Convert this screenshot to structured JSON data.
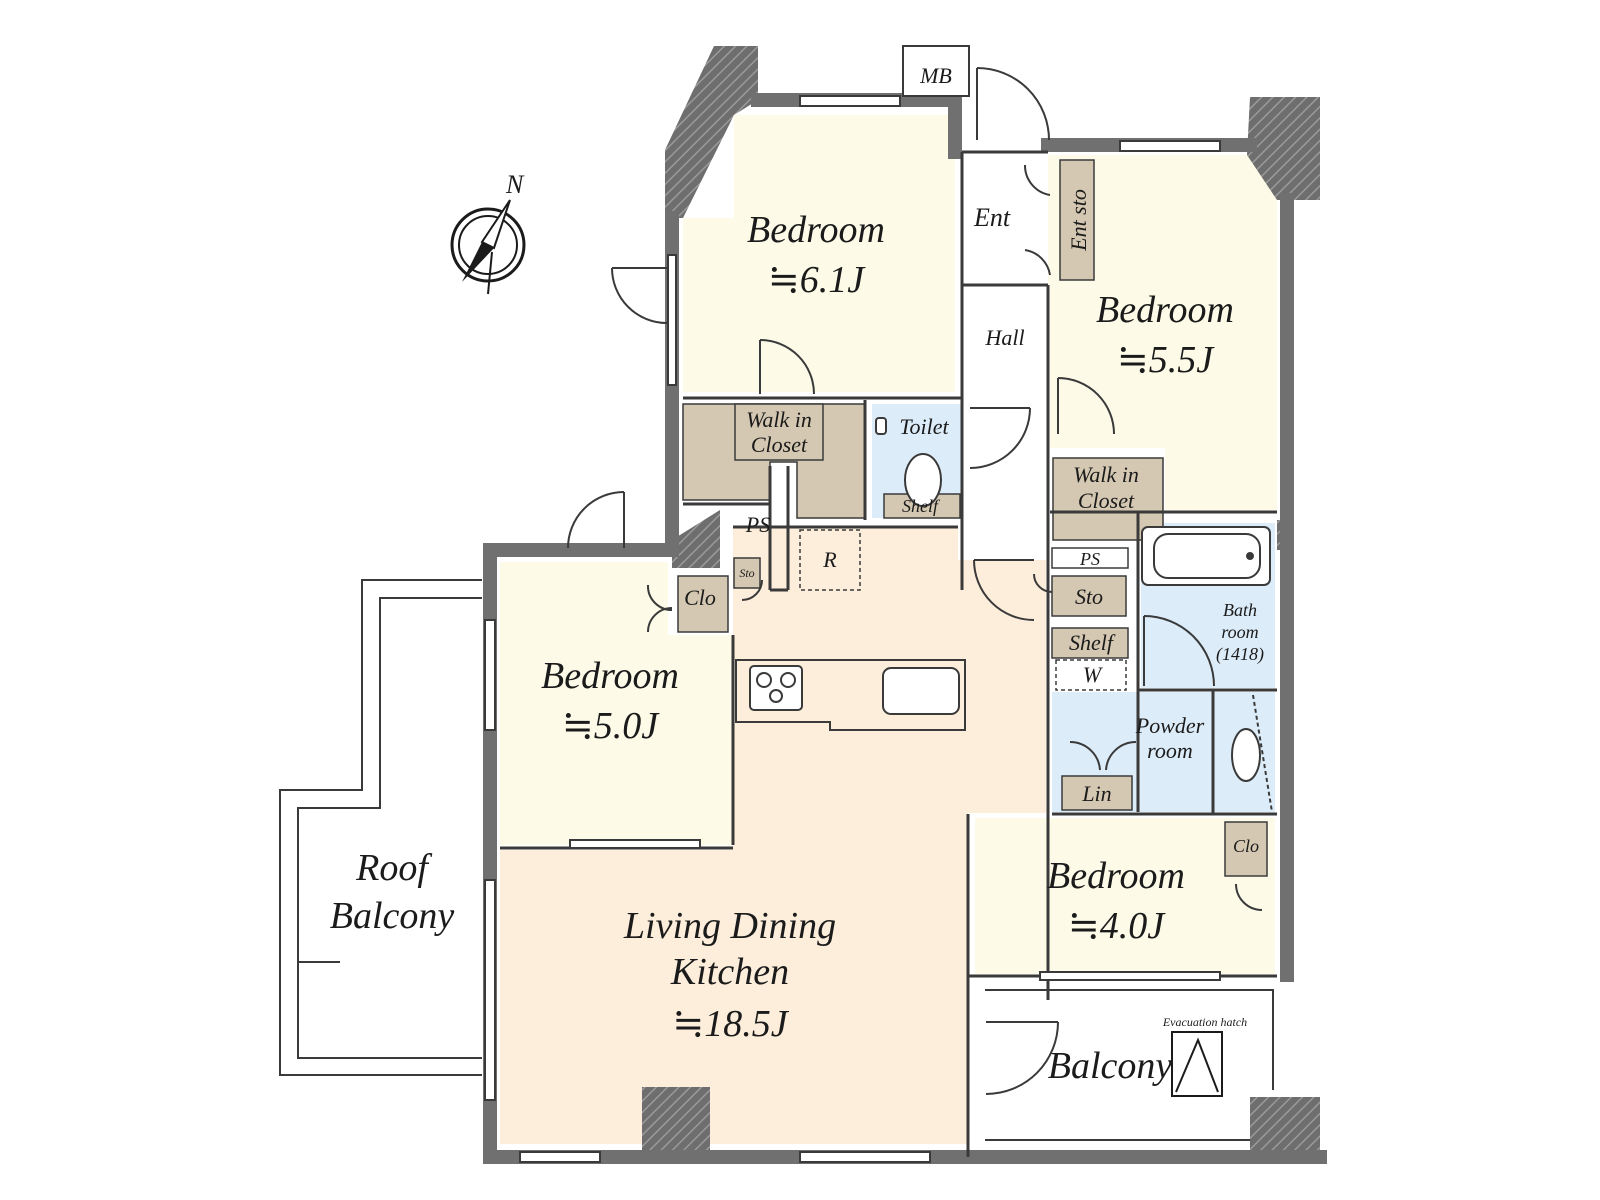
{
  "colors": {
    "bedroom": "#fdfbe8",
    "ldk": "#fdeedc",
    "wet": "#dcecf8",
    "storage": "#d4c8b2",
    "wall": "#707070",
    "hatch": "#8a8a8a"
  },
  "icons": {
    "compass": "north-compass-icon",
    "hatch": "evacuation-hatch-icon"
  },
  "compass": {
    "label": "N"
  },
  "rooms": {
    "bedroom_nw": {
      "name": "Bedroom",
      "size": "≒6.1J"
    },
    "bedroom_ne": {
      "name": "Bedroom",
      "size": "≒5.5J"
    },
    "bedroom_w": {
      "name": "Bedroom",
      "size": "≒5.0J"
    },
    "bedroom_se": {
      "name": "Bedroom",
      "size": "≒4.0J"
    },
    "ldk": {
      "line1": "Living Dining",
      "line2": "Kitchen",
      "size": "≒18.5J"
    }
  },
  "labels": {
    "mb": "MB",
    "ent": "Ent",
    "ent_sto": "Ent sto",
    "hall": "Hall",
    "toilet": "Toilet",
    "shelf_toilet": "Shelf",
    "wic1_l1": "Walk in",
    "wic1_l2": "Closet",
    "wic2_l1": "Walk in",
    "wic2_l2": "Closet",
    "ps1": "PS",
    "ps2": "PS",
    "r": "R",
    "sto_small": "Sto",
    "sto": "Sto",
    "clo_w": "Clo",
    "clo_se": "Clo",
    "bath_l1": "Bath",
    "bath_l2": "room",
    "bath_l3": "(1418)",
    "shelf": "Shelf",
    "w": "W",
    "powder_l1": "Powder",
    "powder_l2": "room",
    "lin": "Lin",
    "roof_l1": "Roof",
    "roof_l2": "Balcony",
    "balcony": "Balcony",
    "evac": "Evacuation hatch"
  }
}
